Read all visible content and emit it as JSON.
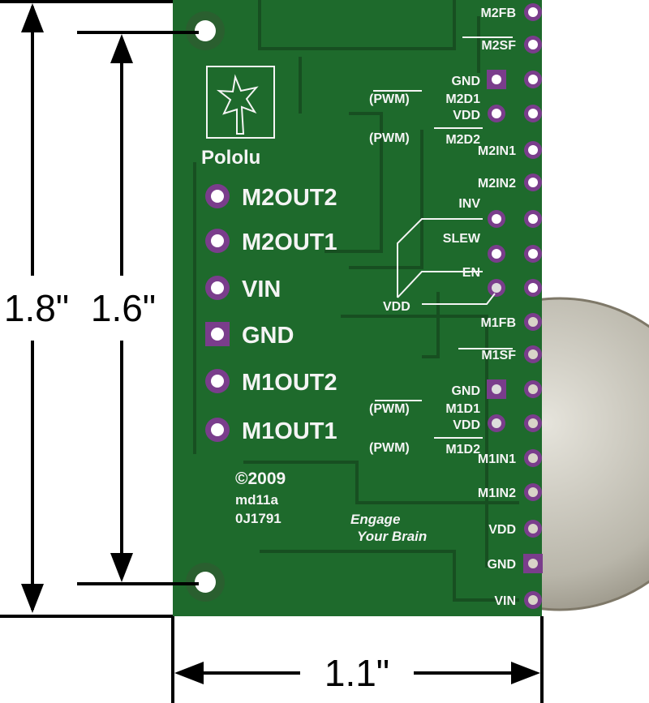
{
  "dimensions": {
    "overall_height": "1.8\"",
    "hole_spacing": "1.6\"",
    "width": "1.1\""
  },
  "board": {
    "brand": "Pololu",
    "copyright": "©2009",
    "model": "md11a",
    "part_code": "0J1791",
    "slogan_line1": "Engage",
    "slogan_line2": "Your Brain",
    "power_terminals": [
      "M2OUT2",
      "M2OUT1",
      "VIN",
      "GND",
      "M1OUT2",
      "M1OUT1"
    ],
    "outer_pins": [
      "M2FB",
      "M2SF",
      "M2D1",
      "M2D2",
      "M2IN1",
      "M2IN2",
      "INV",
      "SLEW",
      "EN",
      "M1FB",
      "M1SF",
      "M1D1",
      "M1D2",
      "M1IN1",
      "M1IN2",
      "VDD",
      "GND",
      "VIN"
    ],
    "inner_pins": {
      "gnd_top": "GND",
      "vdd_top": "VDD",
      "pwm_top1": "(PWM)",
      "pwm_top2": "(PWM)",
      "vdd_logic": "VDD",
      "gnd_bottom": "GND",
      "vdd_bottom": "VDD",
      "pwm_bot1": "(PWM)",
      "pwm_bot2": "(PWM)"
    }
  },
  "colors": {
    "board": "#1e6a2c",
    "pad": "#7a3d8c",
    "silk": "#f4f4f4"
  }
}
